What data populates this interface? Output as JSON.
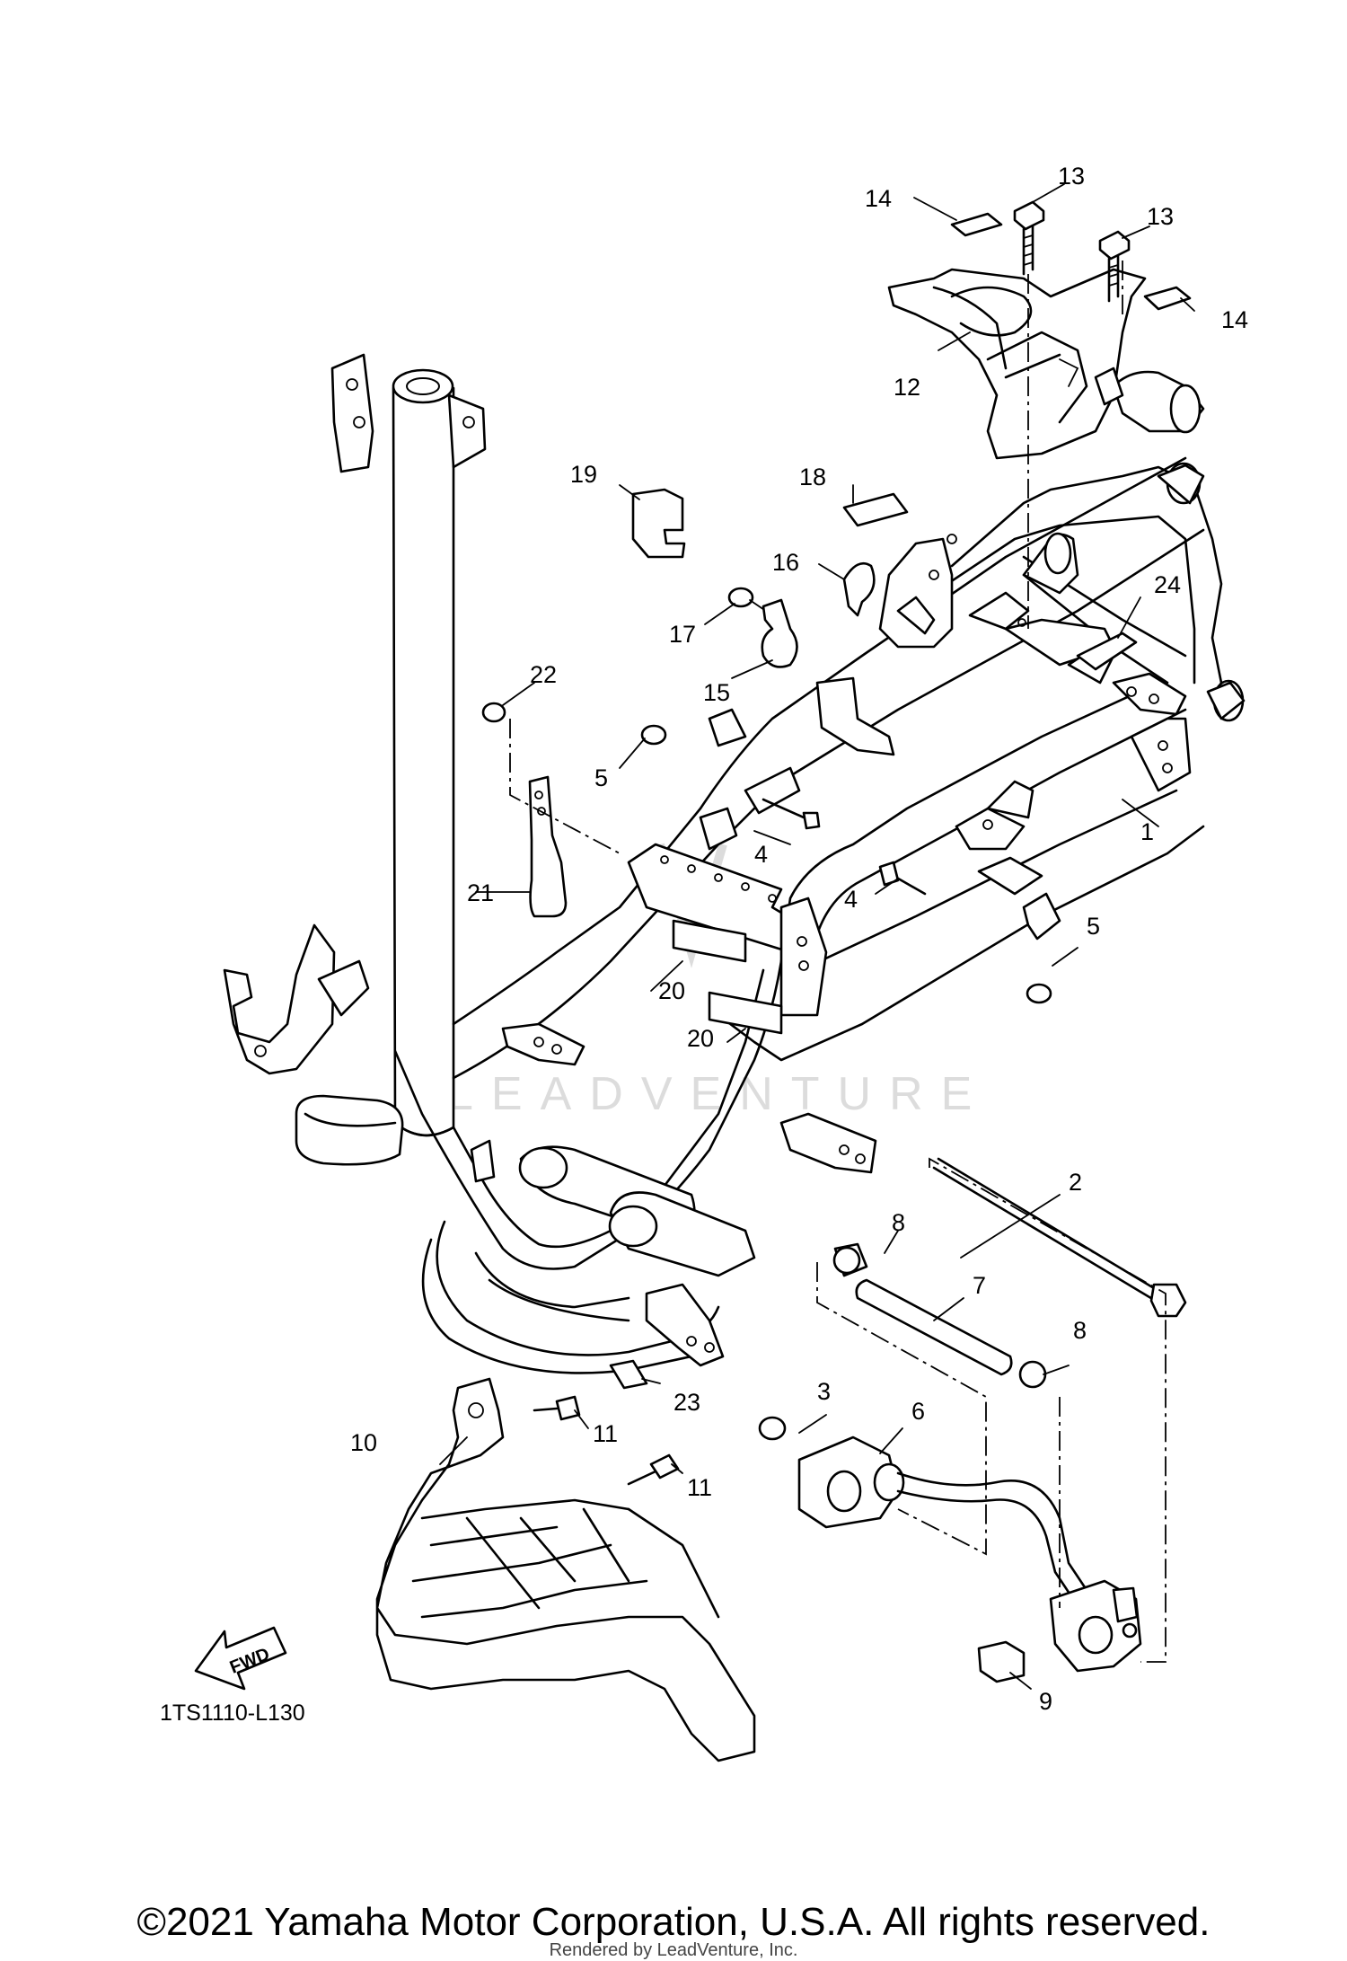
{
  "diagram_code": "1TS1110-L130",
  "fwd_label": "FWD",
  "watermark": "LEADVENTURE",
  "copyright": "©2021 Yamaha Motor Corporation, U.S.A. All rights reserved.",
  "rendered_by": "Rendered by LeadVenture, Inc.",
  "callouts": [
    "1",
    "2",
    "3",
    "4",
    "4",
    "5",
    "5",
    "6",
    "7",
    "8",
    "8",
    "9",
    "10",
    "11",
    "11",
    "12",
    "13",
    "13",
    "14",
    "14",
    "15",
    "16",
    "17",
    "18",
    "19",
    "20",
    "20",
    "21",
    "22",
    "23",
    "24"
  ]
}
